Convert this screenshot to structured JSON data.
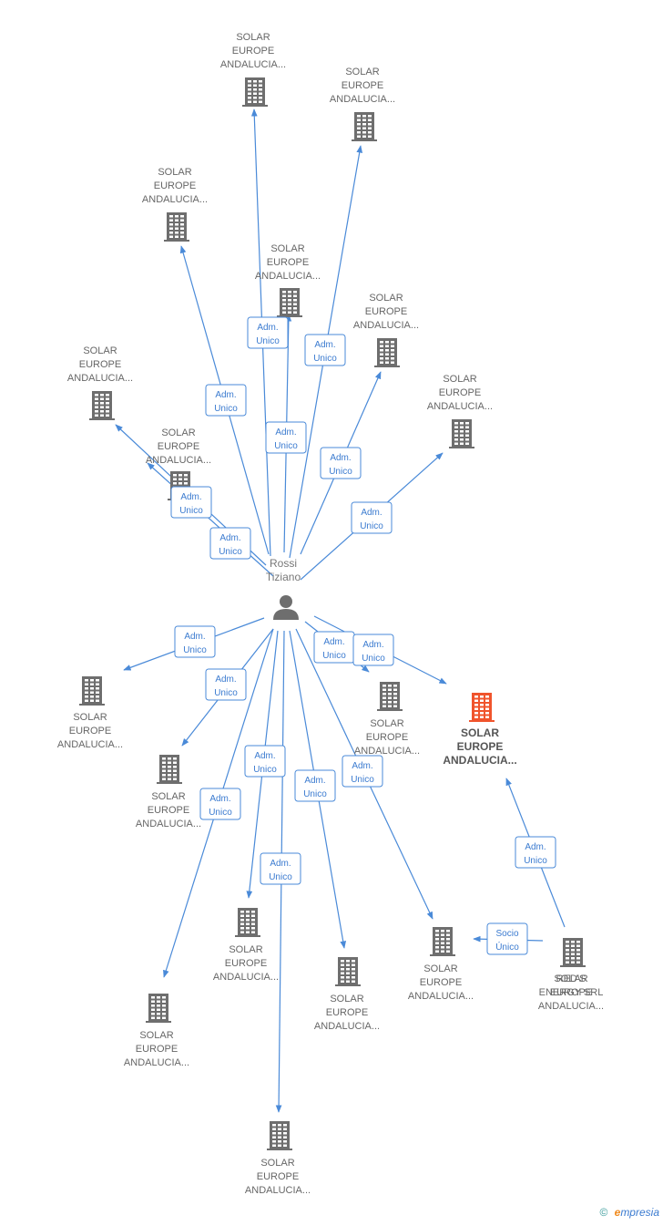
{
  "center": {
    "name_line1": "Rossi",
    "name_line2": "Tiziano",
    "icon": "person-icon"
  },
  "colors": {
    "edge": "#4a8ad8",
    "building": "#6e6e6e",
    "highlight": "#f0542c",
    "label": "#666666"
  },
  "companies": [
    {
      "id": "c1",
      "lines": [
        "SOLAR",
        "EUROPE",
        "ANDALUCIA..."
      ],
      "highlight": false
    },
    {
      "id": "c2",
      "lines": [
        "SOLAR",
        "EUROPE",
        "ANDALUCIA..."
      ],
      "highlight": false
    },
    {
      "id": "c3",
      "lines": [
        "SOLAR",
        "EUROPE",
        "ANDALUCIA..."
      ],
      "highlight": false
    },
    {
      "id": "c4",
      "lines": [
        "SOLAR",
        "EUROPE",
        "ANDALUCIA..."
      ],
      "highlight": false
    },
    {
      "id": "c5",
      "lines": [
        "SOLAR",
        "EUROPE",
        "ANDALUCIA..."
      ],
      "highlight": false
    },
    {
      "id": "c6",
      "lines": [
        "SOLAR",
        "EUROPE",
        "ANDALUCIA..."
      ],
      "highlight": false
    },
    {
      "id": "c7",
      "lines": [
        "SOLAR",
        "EUROPE",
        "ANDALUCIA..."
      ],
      "highlight": false
    },
    {
      "id": "c8",
      "lines": [
        "SOLAR",
        "EUROPE",
        "ANDALUCIA..."
      ],
      "highlight": false
    },
    {
      "id": "c9",
      "lines": [
        "SOLAR",
        "EUROPE",
        "ANDALUCIA..."
      ],
      "highlight": false
    },
    {
      "id": "c10",
      "lines": [
        "SOLAR",
        "EUROPE",
        "ANDALUCIA..."
      ],
      "highlight": false
    },
    {
      "id": "c11",
      "lines": [
        "SOLAR",
        "EUROPE",
        "ANDALUCIA..."
      ],
      "highlight": true
    },
    {
      "id": "c12",
      "lines": [
        "SOLAR",
        "EUROPE",
        "ANDALUCIA..."
      ],
      "highlight": false
    },
    {
      "id": "c13",
      "lines": [
        "SOLAR",
        "EUROPE",
        "ANDALUCIA..."
      ],
      "highlight": false
    },
    {
      "id": "c14",
      "lines": [
        "SOLAR",
        "EUROPE",
        "ANDALUCIA..."
      ],
      "highlight": false
    },
    {
      "id": "c15",
      "lines": [
        "SOLAR",
        "EUROPE",
        "ANDALUCIA..."
      ],
      "highlight": false
    },
    {
      "id": "c16",
      "lines": [
        "SOLAR",
        "EUROPE",
        "ANDALUCIA..."
      ],
      "highlight": false
    },
    {
      "id": "c17",
      "lines": [
        "SOLAR",
        "EUROPE",
        "ANDALUCIA..."
      ],
      "highlight": false
    },
    {
      "id": "c18",
      "lines": [
        "SOLAR",
        "EUROPE",
        "ANDALUCIA..."
      ],
      "highlight": false
    },
    {
      "id": "c19",
      "lines": [
        "RED'S",
        "ENERGY SRL"
      ],
      "highlight": false
    }
  ],
  "relations": [
    {
      "label": [
        "Adm.",
        "Unico"
      ]
    },
    {
      "label": [
        "Adm.",
        "Unico"
      ]
    },
    {
      "label": [
        "Adm.",
        "Unico"
      ]
    },
    {
      "label": [
        "Adm.",
        "Unico"
      ]
    },
    {
      "label": [
        "Adm.",
        "Unico"
      ]
    },
    {
      "label": [
        "Adm.",
        "Unico"
      ]
    },
    {
      "label": [
        "Adm.",
        "Unico"
      ]
    },
    {
      "label": [
        "Adm.",
        "Unico"
      ]
    },
    {
      "label": [
        "Adm.",
        "Unico"
      ]
    },
    {
      "label": [
        "Adm.",
        "Unico"
      ]
    },
    {
      "label": [
        "Adm.",
        "Unico"
      ]
    },
    {
      "label": [
        "Adm.",
        "Unico"
      ]
    },
    {
      "label": [
        "Adm.",
        "Unico"
      ]
    },
    {
      "label": [
        "Adm.",
        "Unico"
      ]
    },
    {
      "label": [
        "Adm.",
        "Unico"
      ]
    },
    {
      "label": [
        "Adm.",
        "Unico"
      ]
    },
    {
      "label": [
        "Adm.",
        "Unico"
      ]
    },
    {
      "label": [
        "Adm.",
        "Unico"
      ]
    },
    {
      "label": [
        "Socio",
        "Único"
      ]
    },
    {
      "label": [
        "Socio",
        "Único"
      ]
    }
  ],
  "footer": {
    "copyright": "©",
    "brand_first": "e",
    "brand_rest": "mpresia"
  }
}
